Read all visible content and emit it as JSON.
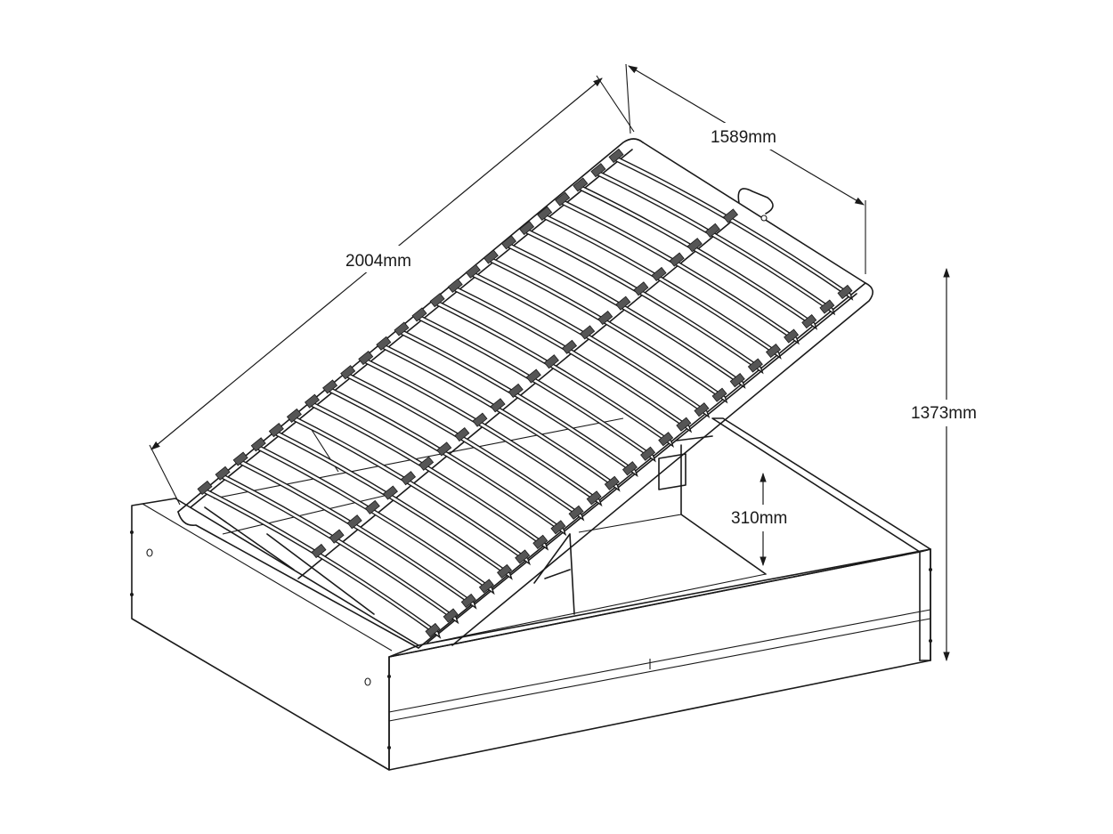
{
  "dimensions": {
    "length": "2004mm",
    "width": "1589mm",
    "height": "1373mm",
    "storage_depth": "310mm"
  },
  "colors": {
    "line": "#1a1a1a",
    "background": "#ffffff"
  }
}
